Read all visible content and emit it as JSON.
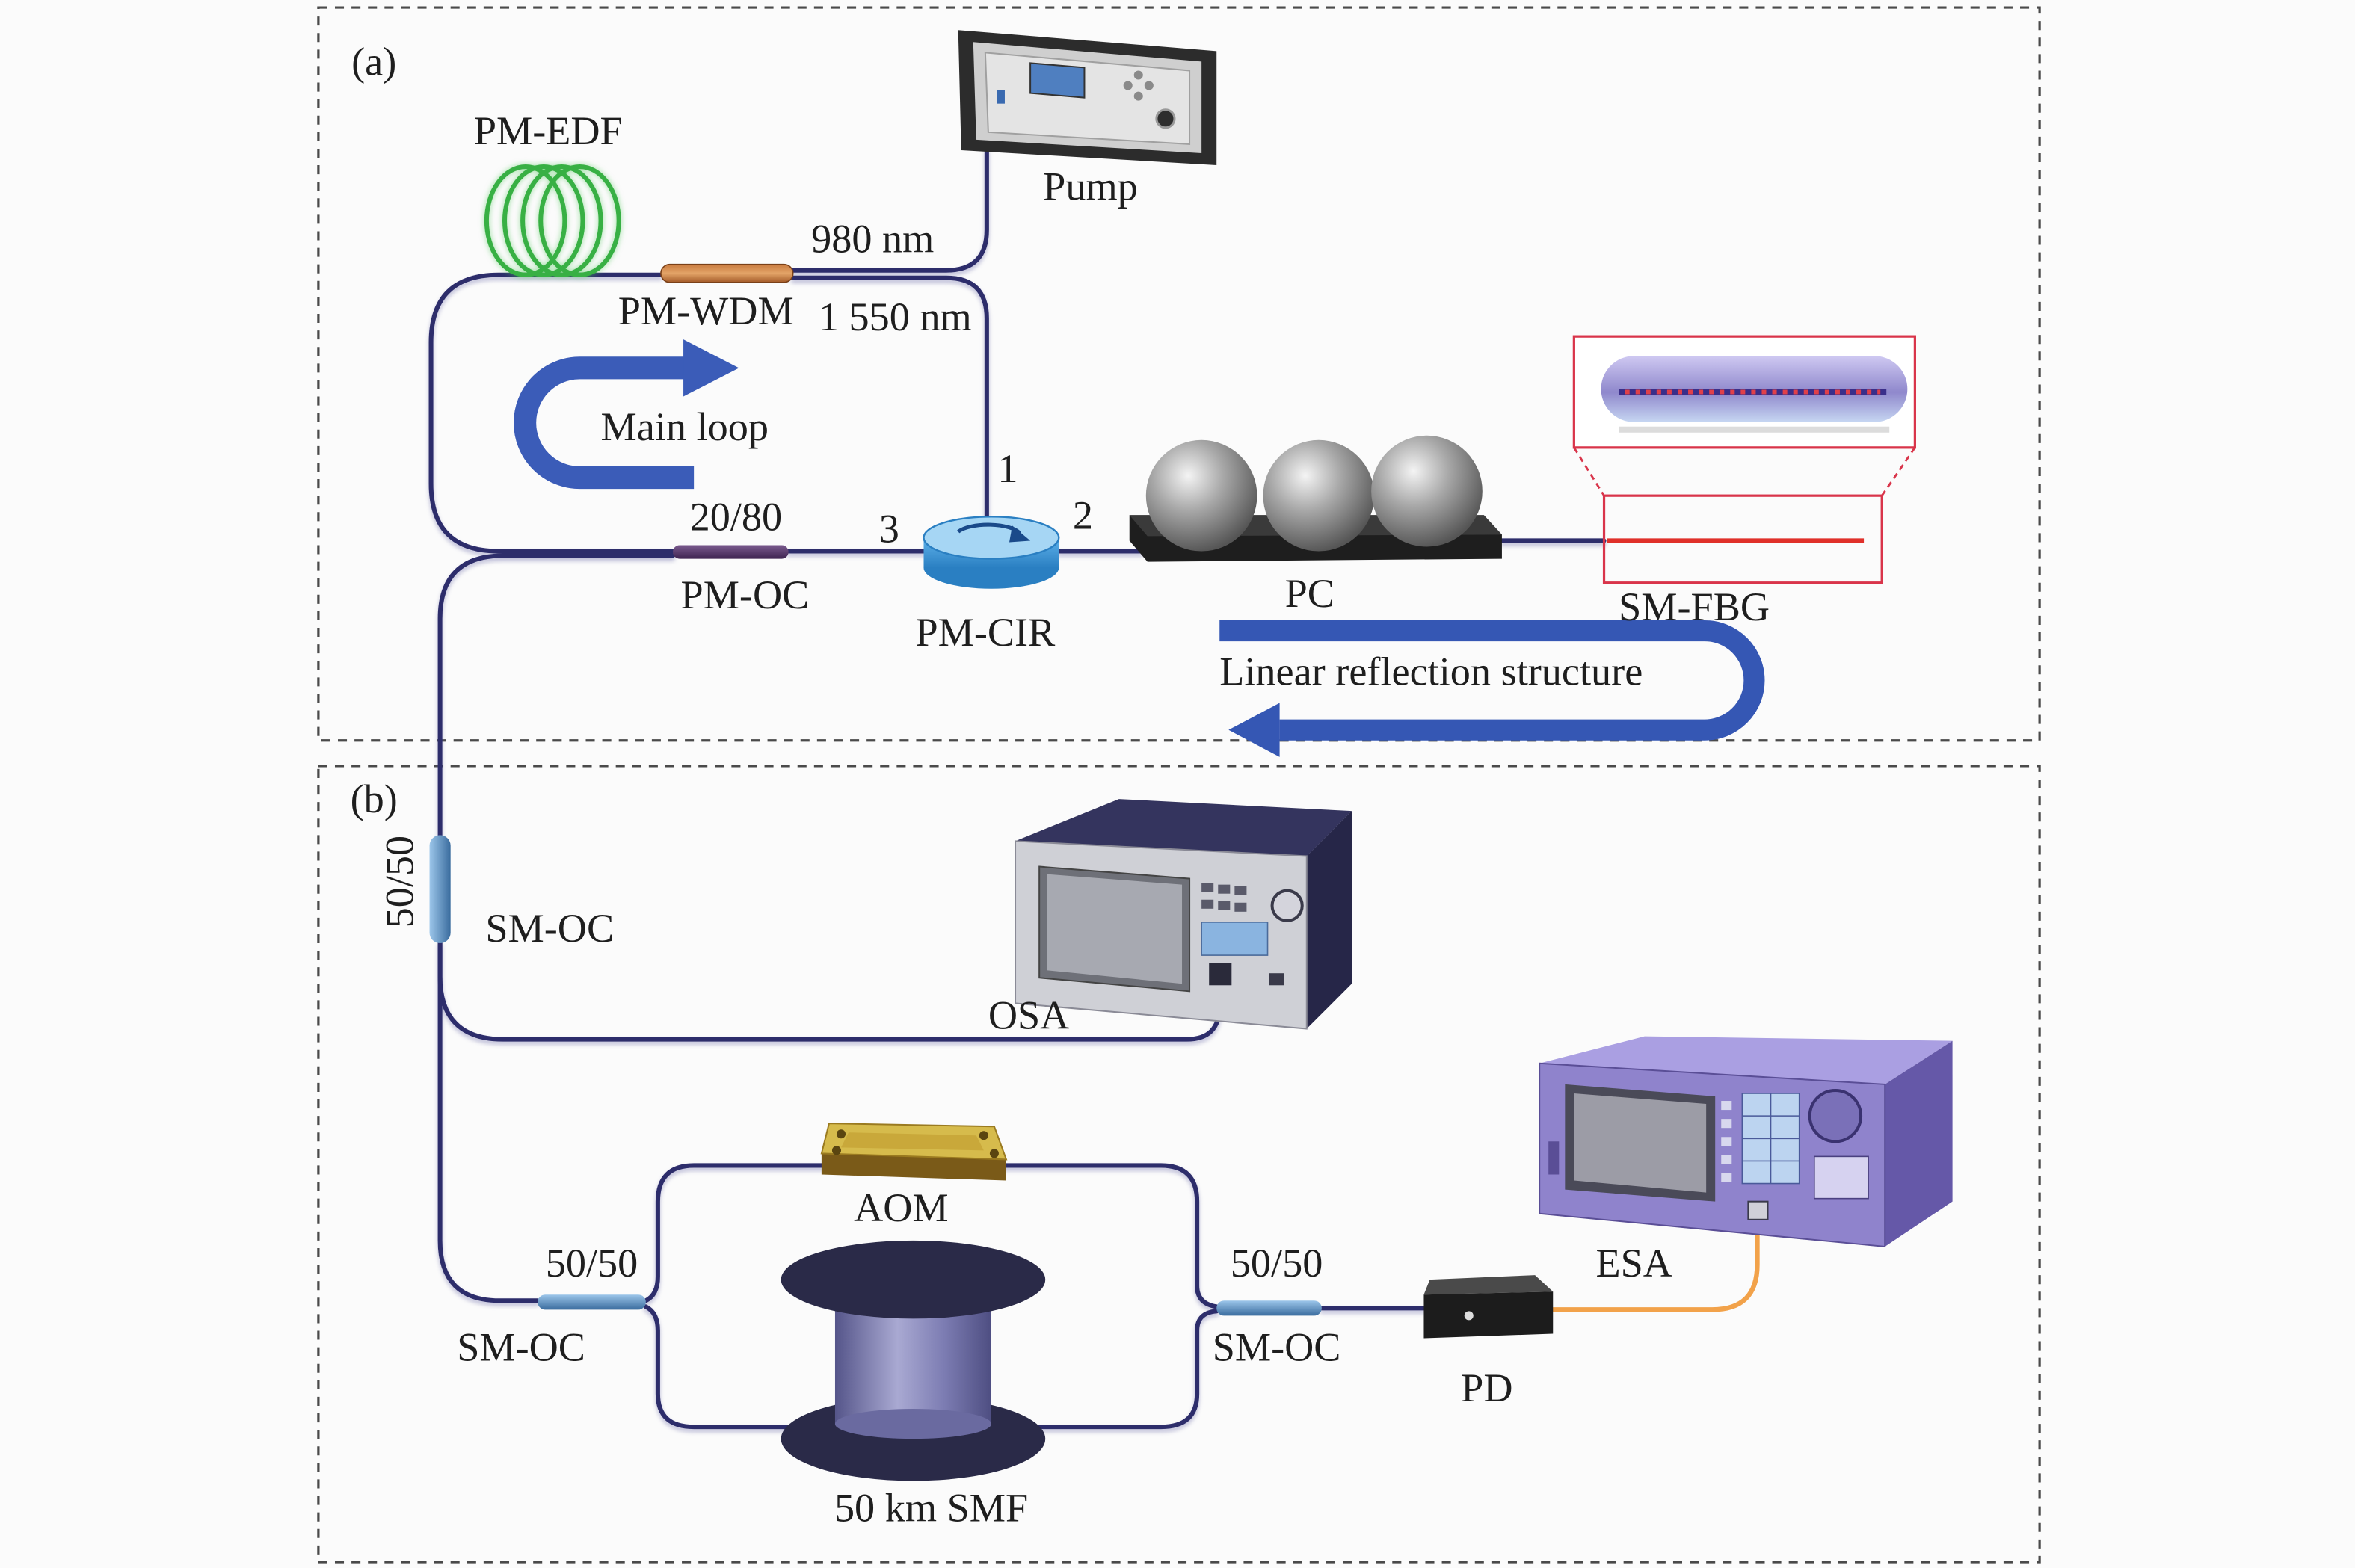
{
  "panel_a": {
    "label": "(a)",
    "pump": "Pump",
    "pm_edf": "PM-EDF",
    "wavelength_980": "980 nm",
    "pm_wdm": "PM-WDM",
    "wavelength_1550": "1 550 nm",
    "main_loop": "Main loop",
    "cir_port_1": "1",
    "cir_port_2": "2",
    "cir_port_3": "3",
    "oc_ratio": "20/80",
    "pm_oc": "PM-OC",
    "pm_cir": "PM-CIR",
    "pc": "PC",
    "sm_fbg": "SM-FBG",
    "linear_reflection": "Linear reflection structure"
  },
  "panel_b": {
    "label": "(b)",
    "tap_oc_ratio": "50/50",
    "tap_oc": "SM-OC",
    "osa": "OSA",
    "esa": "ESA",
    "aom": "AOM",
    "split_oc_ratio": "50/50",
    "split_oc": "SM-OC",
    "combine_oc_ratio": "50/50",
    "combine_oc": "SM-OC",
    "pd": "PD",
    "smf": "50 km SMF"
  },
  "colors": {
    "fiber": "#2d2d6b",
    "loop_arrow": "#3b5cb8",
    "loop_text": "#5a5aa6",
    "reflection_arrow": "#3557b4",
    "reflection_text": "#3446a4",
    "edf_fiber": "#38b044",
    "fbg_highlight": "#d9344a",
    "rf_cable": "#f2a24a"
  }
}
